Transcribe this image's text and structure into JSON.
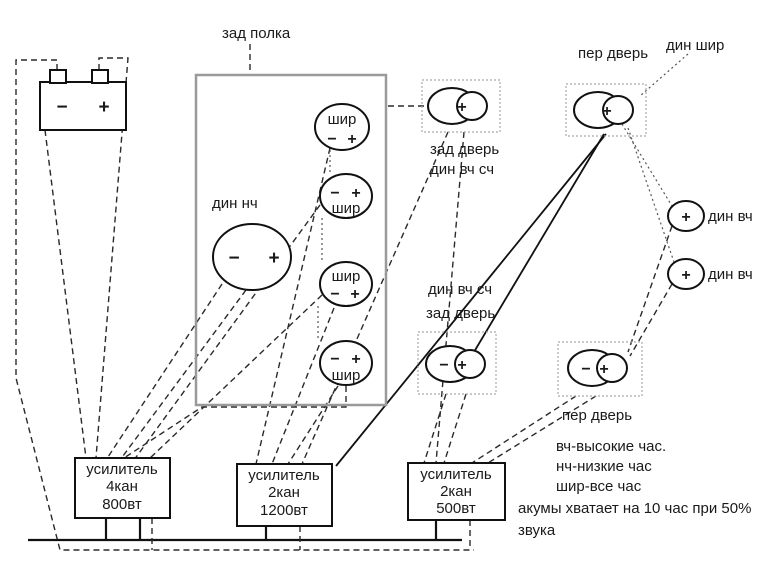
{
  "sym": {
    "plus": "+",
    "minus": "−"
  },
  "labels": {
    "rear_shelf": "зад полка",
    "front_door_top": "пер дверь",
    "front_door_bottom": "пер дверь",
    "din_shir": "дин шир",
    "rear_door_top_line1": "зад дверь",
    "rear_door_top_line2": "дин вч сч",
    "rear_door_mid_line1": "дин вч сч",
    "rear_door_mid_line2": "зад дверь",
    "din_nch": "дин нч",
    "shir": "шир",
    "din_vch_1": "дин вч",
    "din_vch_2": "дин вч"
  },
  "amplifiers": [
    {
      "title": "усилитель",
      "channels": "4кан",
      "power": "800вт"
    },
    {
      "title": "усилитель",
      "channels": "2кан",
      "power": "1200вт"
    },
    {
      "title": "усилитель",
      "channels": "2кан",
      "power": "500вт"
    }
  ],
  "legend": {
    "line1": "вч-высокие час.",
    "line2": "нч-низкие час",
    "line3": "шир-все час",
    "note_line1": "акумы хватает на 10 час при 50%",
    "note_line2": "звука"
  }
}
